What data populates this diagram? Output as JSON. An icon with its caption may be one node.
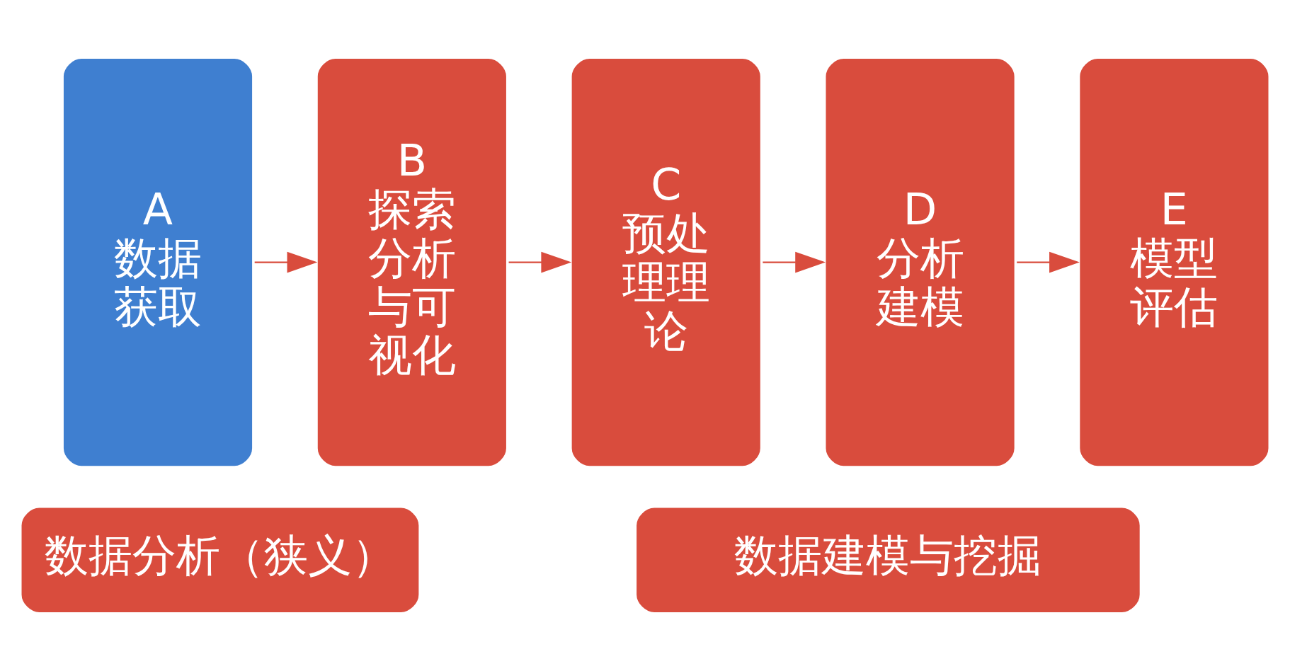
{
  "diagram": {
    "nodes": [
      {
        "text": [
          "A",
          "数据获取"
        ]
      },
      {
        "text": [
          "B",
          "探索分析与可视化"
        ]
      },
      {
        "text": [
          "C",
          "预处理理论"
        ]
      },
      {
        "text": [
          "D",
          "分析建模"
        ]
      },
      {
        "text": [
          "E",
          "模型评估"
        ]
      },
      {
        "text": [
          "数据分析（狭义）"
        ]
      },
      {
        "text": [
          "数据建模与挖掘"
        ]
      }
    ],
    "edges": [
      {
        "from": 0,
        "to": 1,
        "arrow": "to"
      },
      {
        "from": 1,
        "to": 2,
        "arrow": "to"
      },
      {
        "from": 2,
        "to": 3,
        "arrow": "to"
      },
      {
        "from": 3,
        "to": 4,
        "arrow": "to"
      }
    ]
  }
}
